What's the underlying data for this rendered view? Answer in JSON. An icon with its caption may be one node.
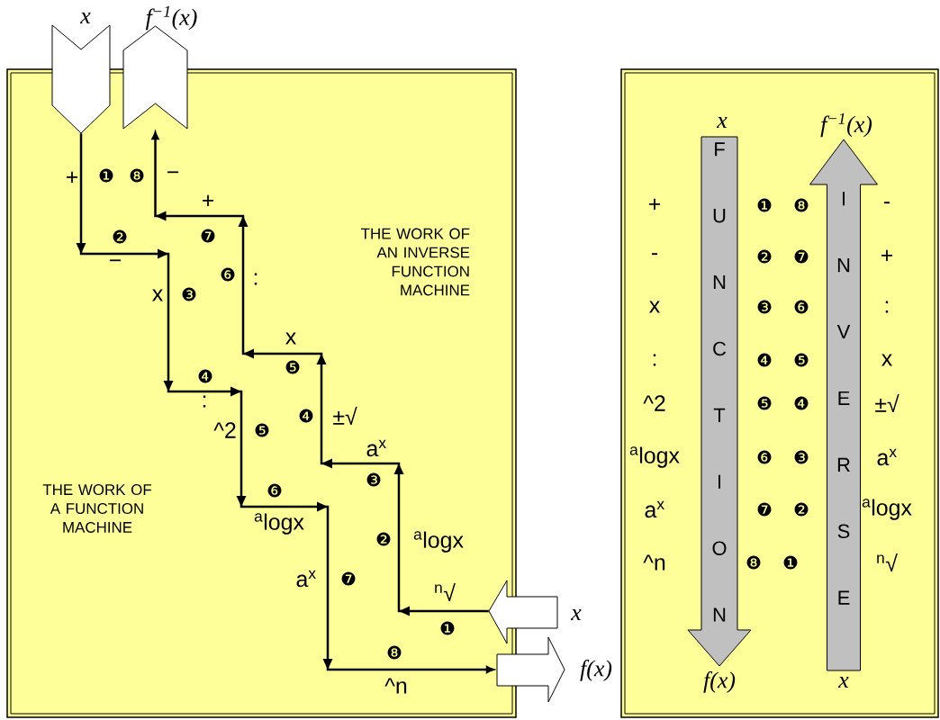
{
  "diagram": {
    "nodes": [
      {
        "text": [
          "x"
        ]
      },
      {
        "text": [
          "f$^{−1}$(x)"
        ]
      },
      {
        "text": [
          "x"
        ]
      },
      {
        "text": [
          "f(x)"
        ]
      },
      {
        "text": [
          "x",
          "FUNCTION",
          "f(x)"
        ]
      },
      {
        "text": [
          "f$^{−1}$(x)",
          "INVERSE",
          "x"
        ]
      }
    ],
    "edges": [
      {
        "from": 0,
        "to": 3,
        "arrow": "to"
      },
      {
        "from": 2,
        "to": 1,
        "arrow": "to"
      }
    ],
    "labels": [
      "THE WORK OF AN INVERSE FUNCTION MACHINE",
      "THE WORK OF A FUNCTION MACHINE",
      "+",
      "❶",
      "❽",
      "−",
      "+",
      "❷",
      "❼",
      "−",
      "❻",
      ":",
      "x",
      "❸",
      "x",
      "❺",
      "❹",
      ":",
      "^2",
      "❺",
      "❹",
      "±√",
      "a$^{x}$",
      "❸",
      "❻",
      "$^{a}$logx",
      "❷",
      "$^{a}$logx",
      "a$^{x}$",
      "❼",
      "$^{n}$√",
      "❶",
      "❽",
      "^n",
      "+",
      "❶",
      "❽",
      "-",
      "-",
      "❷",
      "❼",
      "+",
      "x",
      "❸",
      "❻",
      ":",
      ":",
      "❹",
      "❺",
      "x",
      "^2",
      "❺",
      "❹",
      "±√",
      "$^{a}$logx",
      "❻",
      "❸",
      "a$^{x}$",
      "a$^{x}$",
      "❼",
      "❷",
      "$^{a}$logx",
      "^n",
      "❽",
      "❶",
      "$^{n}$√"
    ]
  }
}
